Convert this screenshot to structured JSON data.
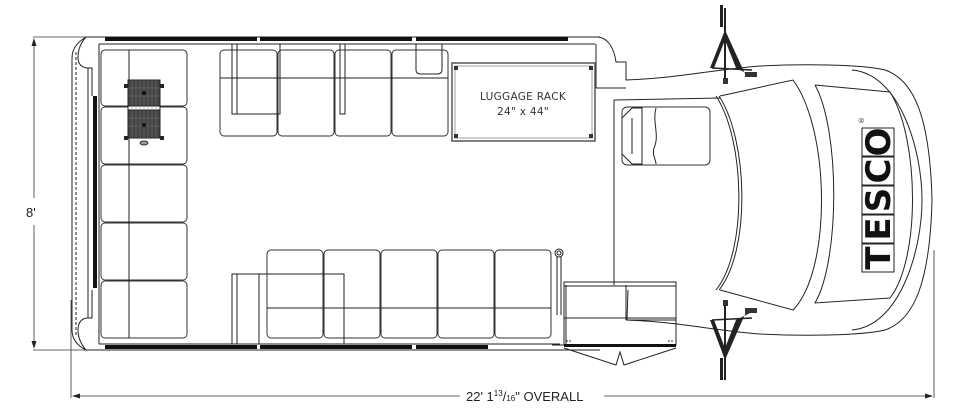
{
  "drawing": {
    "type": "vehicle-floor-plan",
    "view": "top-down"
  },
  "dimensions": {
    "width_label": "8'",
    "length_label_main": "22' 1",
    "length_label_num": "13",
    "length_label_den": "16",
    "length_label_suffix": "\" OVERALL"
  },
  "luggage_rack": {
    "title": "LUGGAGE RACK",
    "size": "24\" x 44\""
  },
  "brand": {
    "letters": [
      "T",
      "E",
      "S",
      "C",
      "O"
    ],
    "registered_mark": "®"
  },
  "colors": {
    "line": "#222222",
    "background": "#ffffff",
    "fill_dark": "#111111"
  }
}
